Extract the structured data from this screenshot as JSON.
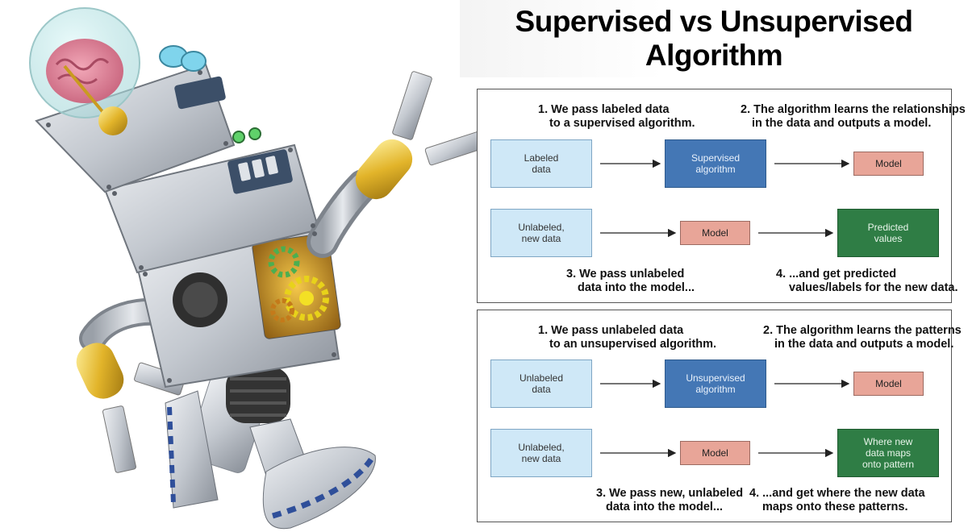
{
  "title": {
    "line1": "Supervised vs Unsupervised",
    "line2": "Algorithm"
  },
  "supervised": {
    "caption1": {
      "line1": "1. We pass labeled data",
      "line2": "to a supervised algorithm."
    },
    "caption2": {
      "line1": "2. The algorithm learns the relationships",
      "line2": "in the data and outputs a model."
    },
    "caption3": {
      "line1": "3. We pass unlabeled",
      "line2": "data into the model..."
    },
    "caption4": {
      "line1": "4. ...and get predicted",
      "line2": "values/labels for the new data."
    },
    "box_input": {
      "line1": "Labeled",
      "line2": "data"
    },
    "box_algorithm": {
      "line1": "Supervised",
      "line2": "algorithm"
    },
    "box_model_out": "Model",
    "box_new_input": {
      "line1": "Unlabeled,",
      "line2": "new data"
    },
    "box_model_mid": "Model",
    "box_result": {
      "line1": "Predicted",
      "line2": "values"
    }
  },
  "unsupervised": {
    "caption1": {
      "line1": "1. We pass unlabeled data",
      "line2": "to an unsupervised algorithm."
    },
    "caption2": {
      "line1": "2. The algorithm learns the patterns",
      "line2": "in the data and outputs a model."
    },
    "caption3": {
      "line1": "3. We pass new, unlabeled",
      "line2": "data into the model..."
    },
    "caption4": {
      "line1": "4. ...and get where the new data",
      "line2": "maps onto these patterns."
    },
    "box_input": {
      "line1": "Unlabeled",
      "line2": "data"
    },
    "box_algorithm": {
      "line1": "Unsupervised",
      "line2": "algorithm"
    },
    "box_model_out": "Model",
    "box_new_input": {
      "line1": "Unlabeled,",
      "line2": "new data"
    },
    "box_model_mid": "Model",
    "box_result": {
      "line1": "Where new",
      "line2": "data maps",
      "line3": "onto pattern"
    }
  },
  "colors": {
    "input_box": "#cfe8f7",
    "algorithm_box": "#4477b5",
    "model_box": "#e8a598",
    "result_box": "#2f7d45"
  }
}
